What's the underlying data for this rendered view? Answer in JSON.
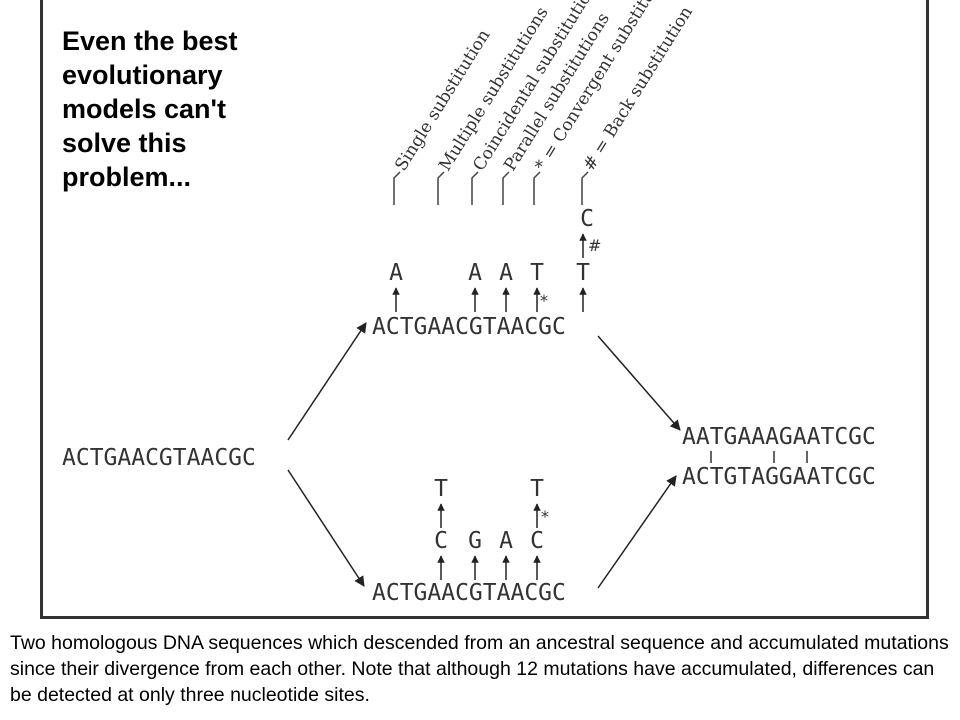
{
  "headline": "Even the best evolutionary models can't solve this problem...",
  "caption": "Two homologous DNA sequences which descended from an ancestral sequence and accumulated mutations since their divergence from each other. Note that although 12 mutations have accumulated, differences can be detected at only three nucleotide sites.",
  "legend": {
    "single": "Single substitution",
    "multiple": "Multiple substitutions",
    "coincidental": "Coincidental substitutions",
    "parallel": "Parallel substitutions",
    "convergent": "* = Convergent substitution",
    "back": "# = Back substitution"
  },
  "sequences": {
    "ancestor": "ACTGAACGTAACGC",
    "upper": "ACTGAACGTAACGC",
    "lower": "ACTGAACGTAACGC",
    "descendant_1": "AATGAAAGAATCGC",
    "descendant_2": "ACTGTAGGAATCGC"
  },
  "upper_mutations": {
    "b1": "A",
    "b5": "A",
    "b7": "A",
    "b9": "T",
    "b13": "T",
    "b13_top": "C",
    "star": "*",
    "hash": "#"
  },
  "lower_mutations": {
    "c5": "C",
    "g7": "G",
    "a9": "A",
    "c11": "C",
    "t5": "T",
    "t11": "T",
    "star": "*"
  }
}
